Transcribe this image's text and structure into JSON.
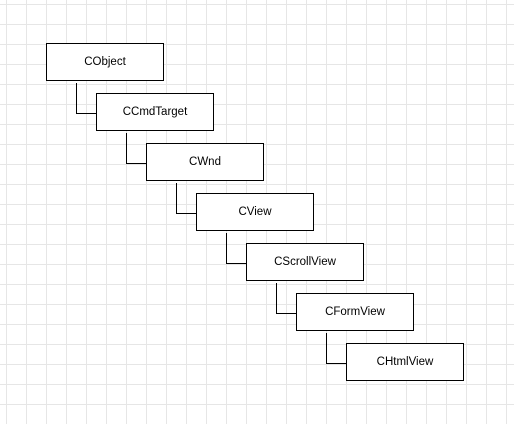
{
  "diagram": {
    "nodes": [
      {
        "id": "n0",
        "label": "CObject"
      },
      {
        "id": "n1",
        "label": "CCmdTarget"
      },
      {
        "id": "n2",
        "label": "CWnd"
      },
      {
        "id": "n3",
        "label": "CView"
      },
      {
        "id": "n4",
        "label": "CScrollView"
      },
      {
        "id": "n5",
        "label": "CFormView"
      },
      {
        "id": "n6",
        "label": "CHtmlView"
      }
    ],
    "edges": [
      {
        "from": "n0",
        "to": "n1"
      },
      {
        "from": "n1",
        "to": "n2"
      },
      {
        "from": "n2",
        "to": "n3"
      },
      {
        "from": "n3",
        "to": "n4"
      },
      {
        "from": "n4",
        "to": "n5"
      },
      {
        "from": "n5",
        "to": "n6"
      }
    ],
    "colors": {
      "line": "#000000",
      "box_border": "#000000",
      "box_fill": "#ffffff",
      "grid": "#e6e6e6"
    }
  }
}
